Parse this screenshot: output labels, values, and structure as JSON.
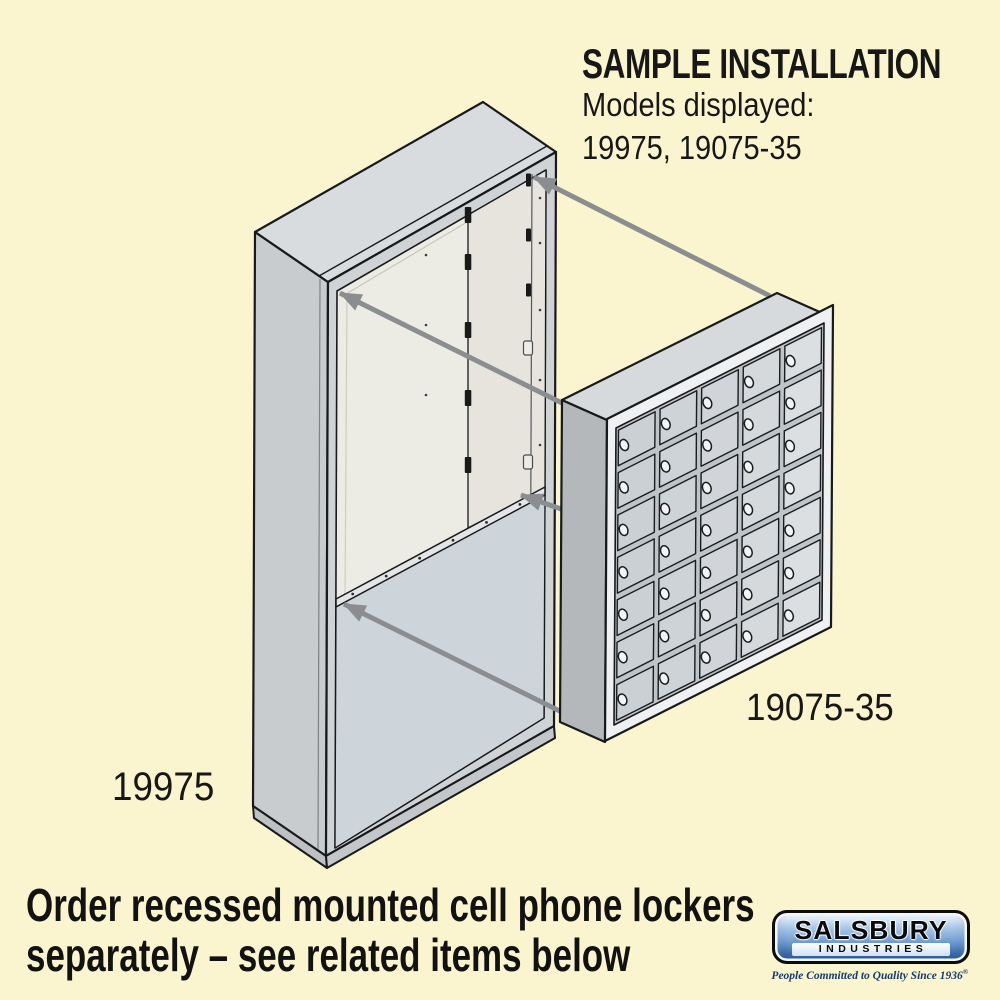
{
  "page": {
    "background_color": "#faf5cf",
    "outline_color": "#17191b"
  },
  "header": {
    "title": "SAMPLE INSTALLATION",
    "models_label": "Models displayed:",
    "models_value": "19975, 19075-35"
  },
  "diagram": {
    "enclosure": {
      "label": "19975"
    },
    "locker": {
      "label": "19075-35",
      "door_columns": 5,
      "door_rows": 7,
      "door_count": 35
    },
    "arrow_color": "#8b8e90"
  },
  "footer": {
    "note_line1": "Order recessed mounted cell phone lockers",
    "note_line2": "separately – see related items below"
  },
  "logo": {
    "brand": "SALSBURY",
    "division": "INDUSTRIES",
    "tagline": "People Committed to Quality Since 1936",
    "registered_mark": "®",
    "brand_blue": "#4a7dbd"
  }
}
